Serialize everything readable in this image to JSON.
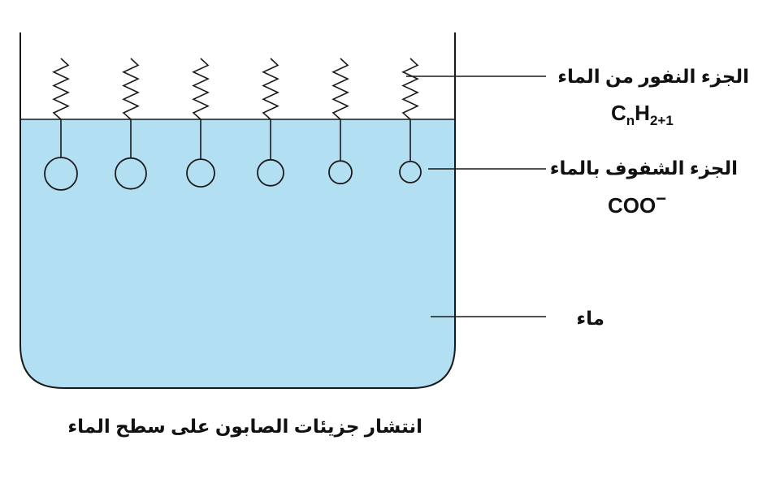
{
  "labels": {
    "hydrophobic": "الجزء النفور من الماء",
    "hydrophilic": "الجزء الشفوف بالماء",
    "water": "ماء",
    "caption": "انتشار جزيئات الصابون على سطح الماء"
  },
  "formulas": {
    "chain": {
      "base1": "C",
      "sub1": "n",
      "base2": "H",
      "sub2": "2+1"
    },
    "head": {
      "base": "COO",
      "sup": "−"
    }
  },
  "molecule_count": 6,
  "colors": {
    "water": "#b3dff3",
    "stroke": "#1a1a1a",
    "text": "#111111"
  }
}
